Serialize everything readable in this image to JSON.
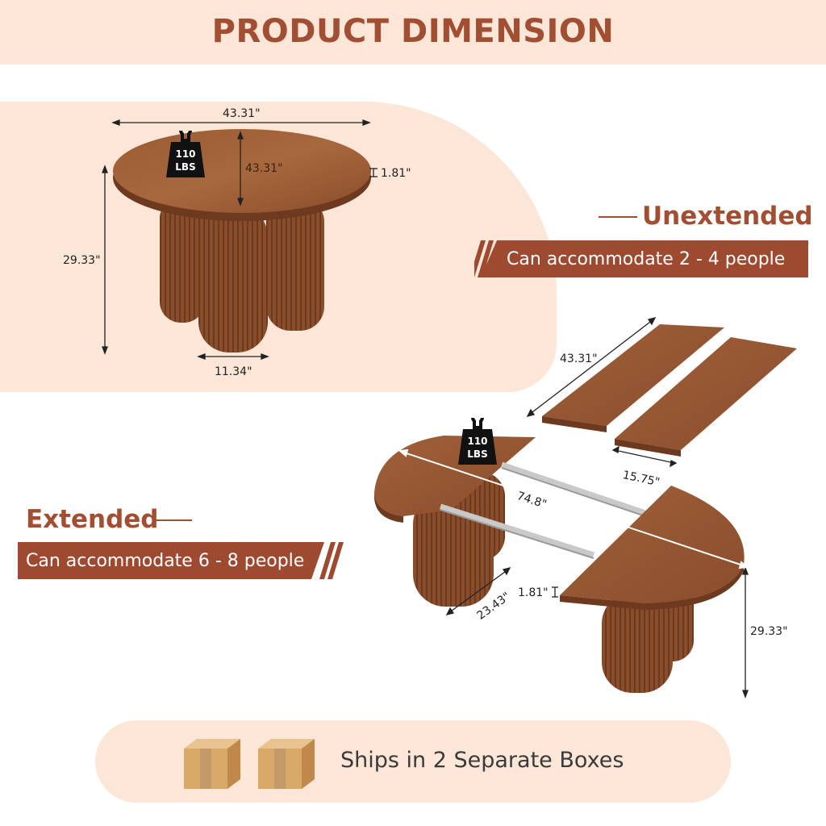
{
  "header": {
    "title": "PRODUCT DIMENSION"
  },
  "unextended": {
    "heading": "Unextended",
    "capacity": "Can accommodate 2 - 4 people",
    "width": "43.31\"",
    "depth": "43.31\"",
    "top_thickness": "1.81\"",
    "height": "29.33\"",
    "base_width": "11.34\"",
    "weight_value": "110",
    "weight_unit": "LBS"
  },
  "extended": {
    "heading": "Extended",
    "capacity": "Can accommodate 6 - 8 people",
    "leaf_length": "43.31\"",
    "leaf_width": "15.75\"",
    "total_length": "74.8\"",
    "half_depth": "23.43\"",
    "top_thickness": "1.81\"",
    "height": "29.33\"",
    "weight_value": "110",
    "weight_unit": "LBS"
  },
  "shipping": {
    "text": "Ships in 2 Separate Boxes"
  },
  "colors": {
    "accent": "#a24e32",
    "banner": "#9e4a31",
    "wood": "#8a4d2b",
    "pill": "#fbe6d7"
  }
}
